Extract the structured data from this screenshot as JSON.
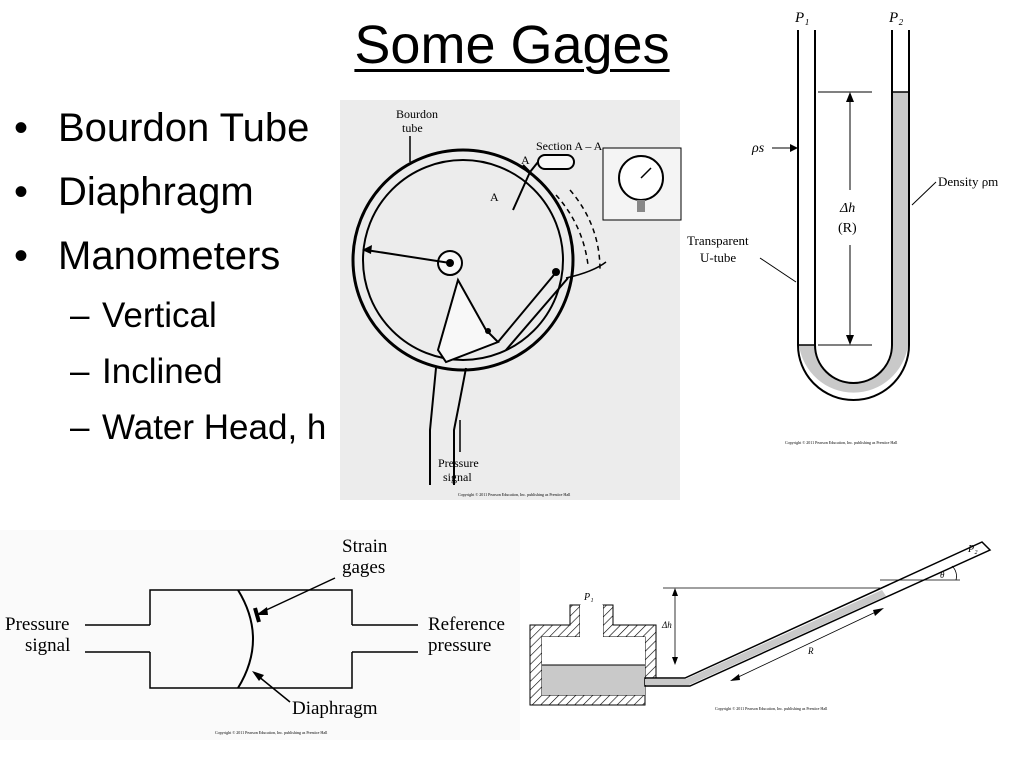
{
  "slide": {
    "title": "Some Gages",
    "bullets": [
      "Bourdon Tube",
      "Diaphragm",
      "Manometers"
    ],
    "sub_bullets": [
      "Vertical",
      "Inclined",
      "Water Head, h"
    ]
  },
  "bourdon_figure": {
    "label_tube": [
      "Bourdon",
      "tube"
    ],
    "label_section": "Section A – A",
    "label_a": "A",
    "label_pressure": [
      "Pressure",
      "signal"
    ],
    "copyright": "Copyright © 2011 Pearson Education, Inc. publishing as Prentice Hall"
  },
  "utube_figure": {
    "p1": "P₁",
    "p2": "P₂",
    "rho_s": "ρs",
    "density": "Density ρm",
    "delta_h": "Δh",
    "r": "(R)",
    "transparent": [
      "Transparent",
      "U-tube"
    ],
    "copyright": "Copyright © 2011 Pearson Education, Inc. publishing as Prentice Hall"
  },
  "diaphragm_figure": {
    "strain": [
      "Strain",
      "gages"
    ],
    "pressure": [
      "Pressure",
      "signal"
    ],
    "reference": [
      "Reference",
      "pressure"
    ],
    "diaphragm": "Diaphragm",
    "copyright": "Copyright © 2011 Pearson Education, Inc. publishing as Prentice Hall"
  },
  "inclined_figure": {
    "p1": "P₁",
    "p2": "P₂",
    "theta": "θ",
    "delta_h": "Δh",
    "r": "R",
    "copyright": "Copyright © 2011 Pearson Education, Inc. publishing as Prentice Hall"
  }
}
